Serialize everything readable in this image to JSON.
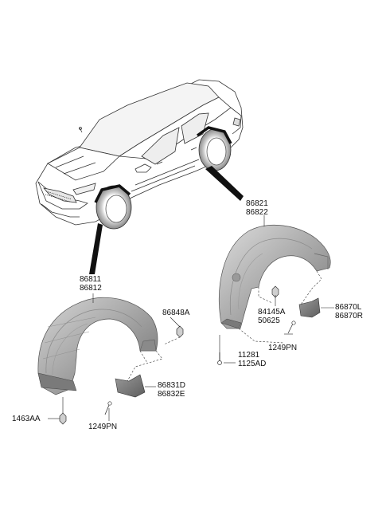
{
  "labels": {
    "p86821": "86821",
    "p86822": "86822",
    "p86811": "86811",
    "p86812": "86812",
    "p86848A": "86848A",
    "p84145A": "84145A",
    "p50625": "50625",
    "p86870L": "86870L",
    "p86870R": "86870R",
    "p1249PN_rear": "1249PN",
    "p11281": "11281",
    "p1125AD": "1125AD",
    "p86831D": "86831D",
    "p86832E": "86832E",
    "p1463AA": "1463AA",
    "p1249PN_front": "1249PN"
  }
}
